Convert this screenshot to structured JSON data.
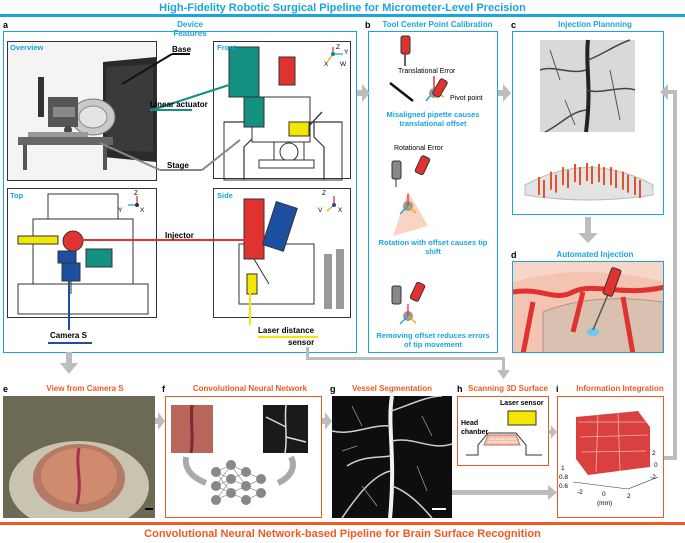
{
  "header": {
    "title": "High-Fidelity Robotic Surgical Pipeline for Micrometer-Level Precision"
  },
  "footer": {
    "title": "Convolutional Neural Network-based Pipeline for Brain Surface Recognition"
  },
  "panel_a": {
    "letter": "a",
    "title": "Device Features",
    "overview": "Overview",
    "front": "Front",
    "top": "Top",
    "side": "Side",
    "base": "Base",
    "linear_actuator": "Linear actuator",
    "stage": "Stage",
    "injector": "Injector",
    "camera_s": "Camera S",
    "laser_sensor_1": "Laser distance",
    "laser_sensor_2": "sensor",
    "axes_front": [
      "Z",
      "Y",
      "X",
      "W"
    ],
    "axes_top": [
      "Z",
      "Y",
      "X"
    ],
    "axes_side": [
      "Z",
      "V",
      "X"
    ]
  },
  "panel_b": {
    "letter": "b",
    "title": "Tool Center Point Calibration",
    "translational_error": "Translational Error",
    "pivot_point": "Pivot point",
    "caption1": "Misaligned pipette causes translational offset",
    "rotational_error": "Rotational Error",
    "caption2": "Rotation with offset causes tip shift",
    "caption3": "Removing offset reduces errors of tip movement"
  },
  "panel_c": {
    "letter": "c",
    "title": "Injection Plannning"
  },
  "panel_d": {
    "letter": "d",
    "title": "Automated Injection"
  },
  "panel_e": {
    "letter": "e",
    "title": "View from Camera S"
  },
  "panel_f": {
    "letter": "f",
    "title": "Convolutional Neural Network"
  },
  "panel_g": {
    "letter": "g",
    "title": "Vessel Segmentation"
  },
  "panel_h": {
    "letter": "h",
    "title": "Scanning 3D Surface",
    "laser_sensor": "Laser sensor",
    "head_chamber_1": "Head",
    "head_chamber_2": "chanber"
  },
  "panel_i": {
    "letter": "i",
    "title": "Information Integration",
    "z_ticks": [
      "1",
      "0.8",
      "0.6"
    ],
    "x_ticks": [
      "-2",
      "0",
      "2"
    ],
    "y_ticks": [
      "2",
      "0",
      "-2"
    ],
    "x_unit": "(mm)"
  },
  "colors": {
    "blue": "#1ba4de",
    "orange": "#f05a22",
    "teal": "#13907f",
    "red": "#e0332f",
    "yellow": "#f3e600",
    "navy": "#1c4fa0"
  }
}
